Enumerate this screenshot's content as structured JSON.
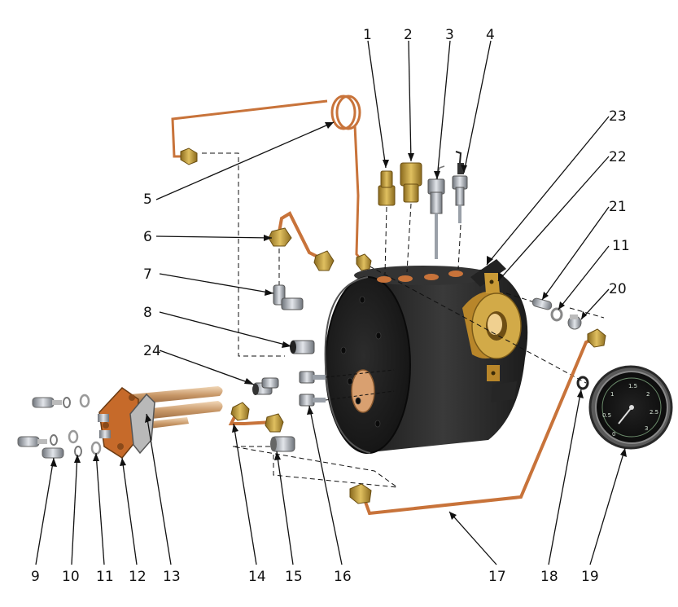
{
  "diagram": {
    "callouts": [
      "1",
      "2",
      "3",
      "4",
      "5",
      "6",
      "7",
      "8",
      "9",
      "10",
      "11",
      "12",
      "13",
      "14",
      "15",
      "16",
      "17",
      "18",
      "19",
      "20",
      "21",
      "22",
      "23",
      "24"
    ],
    "callout_11_repeat": "11",
    "gauge": {
      "scale": [
        "0",
        "0.5",
        "1",
        "1.5",
        "2",
        "2.5",
        "3"
      ]
    },
    "colors": {
      "boiler": "#2a2a2a",
      "copper": "#c8733a",
      "brass": "#c9a23a",
      "steel": "#9ea4ad",
      "leader": "#111111"
    }
  }
}
